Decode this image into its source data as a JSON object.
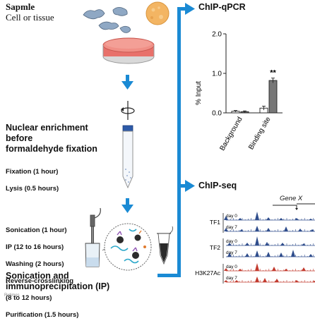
{
  "sample": {
    "title": "Sapmle",
    "subtitle": "Cell or tissue"
  },
  "steps": {
    "nuclear_title": [
      "Nuclear enrichment",
      "before",
      "formaldehyde fixation"
    ],
    "nuclear_list": [
      "Fixation (1 hour)",
      "Lysis (0.5 hours)"
    ],
    "sonication_list": [
      "Sonication (1 hour)",
      "IP (12 to 16 hours)",
      "Washing (2 hours)",
      "Reverse-crosslinking",
      "(8 to 12 hours)",
      "Purification (1.5 hours)"
    ],
    "sonication_title": [
      "Sonication and",
      "immunoprecipitation (IP)"
    ]
  },
  "chip_qpcr": {
    "title": "ChIP-qPCR",
    "significance": "**",
    "chart_data": {
      "type": "bar",
      "ylabel": "% Input",
      "ylim": [
        0,
        2.0
      ],
      "yticks": [
        "0.0",
        "1.0",
        "2.0"
      ],
      "categories": [
        "Background",
        "Binding site"
      ],
      "series": [
        {
          "values": [
            0.04,
            0.12
          ],
          "errors": [
            0.02,
            0.05
          ],
          "color": "#ffffff"
        },
        {
          "values": [
            0.03,
            0.82
          ],
          "errors": [
            0.02,
            0.06
          ],
          "color": "#777777"
        }
      ]
    }
  },
  "chip_seq": {
    "title": "ChIP-seq",
    "gene_label": "Gene X",
    "tracks": [
      {
        "name": "TF1",
        "color": "#2f4d8c",
        "days": [
          "day 0",
          "day 7"
        ]
      },
      {
        "name": "TF2",
        "color": "#2f4d8c",
        "days": [
          "day 0",
          "day 7"
        ]
      },
      {
        "name": "H3K27Ac",
        "color": "#c23a2e",
        "days": [
          "day 0",
          "day 7"
        ]
      }
    ]
  },
  "colors": {
    "arrow": "#1a8ad4",
    "dish": "#e8716b",
    "cells": "#8fa8c4",
    "tissue": "#f3b563"
  },
  "watermark": "Rxtimes"
}
